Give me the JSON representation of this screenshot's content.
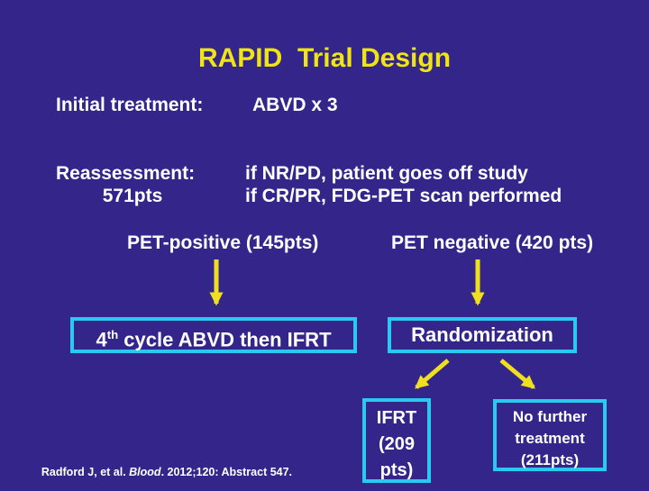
{
  "slide": {
    "title": "RAPID  Trial Design",
    "initial": {
      "label": "Initial treatment:",
      "value": "ABVD x 3"
    },
    "reassessment": {
      "label": "Reassessment:",
      "sublabel": "571pts",
      "condition1": "if NR/PD, patient goes off study",
      "condition2": "if CR/PR, FDG-PET scan performed"
    },
    "pet_positive": "PET-positive (145pts)",
    "pet_negative": "PET negative (420 pts)",
    "boxes": {
      "abvd_ifrt": {
        "prefix": "4",
        "sup": "th",
        "rest": " cycle ABVD then IFRT"
      },
      "randomization": "Randomization",
      "ifrt": {
        "line1": "IFRT",
        "line2": "(209",
        "line3": "pts)"
      },
      "no_further": {
        "line1": "No further",
        "line2": "treatment",
        "line3": "(211pts)"
      }
    },
    "citation": {
      "before": "Radford J, et al. ",
      "italic": "Blood",
      "after": ". 2012;120: Abstract 547."
    },
    "colors": {
      "background": "#34258a",
      "title": "#f0e414",
      "text": "#ffffff",
      "box_border": "#29c9f0",
      "arrow": "#f0df1f"
    }
  }
}
